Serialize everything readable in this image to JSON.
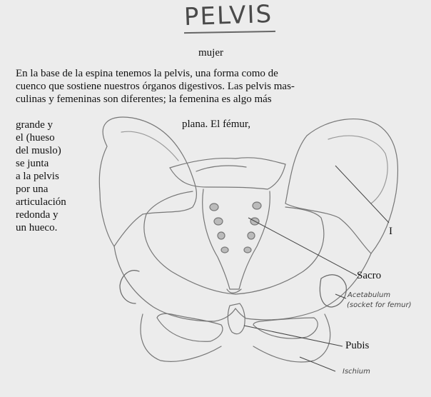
{
  "title": "PELVIS",
  "subtitle": "mujer",
  "intro_lines": [
    "En la base de la espina tenemos la pelvis, una  forma como de",
    "cuenco que sostiene nuestros órganos digestivos. Las pelvis mas-",
    "culinas y femeninas son diferentes; la femenina es algo más"
  ],
  "side_lines": [
    "grande y",
    "el (hueso",
    "del muslo)",
    "se junta",
    "a la pelvis",
    "por una",
    "articulación",
    "redonda y",
    "un hueco."
  ],
  "inline_text": "plana. El fémur,",
  "labels": {
    "ilium": "I",
    "sacrum": "Sacro",
    "pubis": "Pubis"
  },
  "handwritten_labels": {
    "acetabulum_1": "Acetabulum",
    "acetabulum_2": "(socket for femur)",
    "ischium": "Ischium"
  }
}
